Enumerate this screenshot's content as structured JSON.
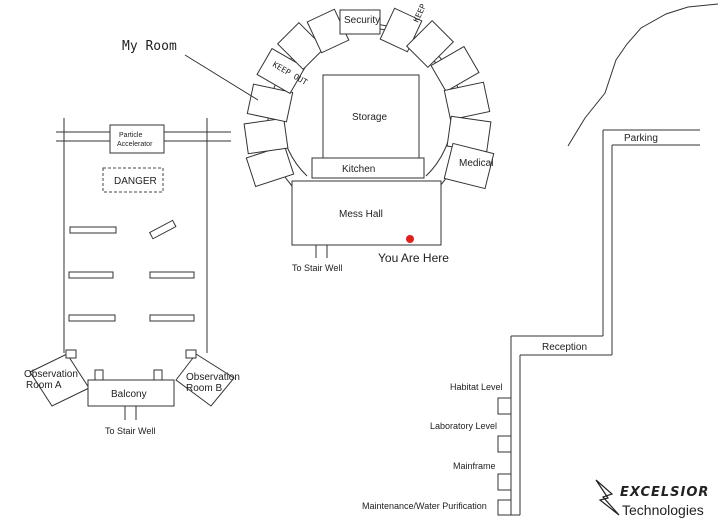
{
  "labels": {
    "security": "Security",
    "my_room": "My Room",
    "storage": "Storage",
    "kitchen": "Kitchen",
    "medical": "Medical",
    "mess_hall": "Mess Hall",
    "you_are_here": "You Are Here",
    "stair_well_top": "To Stair Well",
    "particle_accelerator_line1": "Particle",
    "particle_accelerator_line2": "Accelerator",
    "danger": "DANGER",
    "observation_a_line1": "Observation",
    "observation_a_line2": "Room A",
    "observation_b_line1": "Observation",
    "observation_b_line2": "Room B",
    "balcony": "Balcony",
    "stair_well_bottom": "To Stair Well",
    "parking": "Parking",
    "reception": "Reception",
    "habitat_level": "Habitat Level",
    "laboratory_level": "Laboratory Level",
    "mainframe": "Mainframe",
    "maintenance": "Maintenance/Water Purification",
    "door_sign": "KEEP OUT"
  },
  "logo": {
    "word1": "EXCELSIOR",
    "word2": "Technologies"
  },
  "colors": {
    "marker": "#e0201c",
    "ink": "#333333"
  },
  "icons": {
    "lightning": "lightning-bolt-icon"
  }
}
